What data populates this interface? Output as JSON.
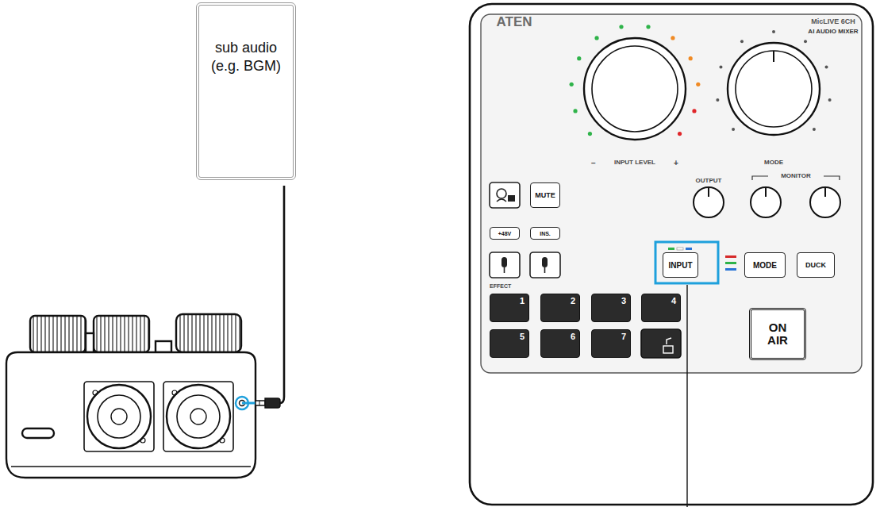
{
  "diagram": {
    "nodes": [
      {
        "text": [
          "sub audio (e.g. BGM)"
        ]
      },
      {
        "text": [
          "MUTE"
        ]
      },
      {
        "text": [
          "+48V"
        ]
      },
      {
        "text": [
          "INS."
        ]
      },
      {
        "text": [
          "INPUT"
        ]
      },
      {
        "text": [
          "MODE"
        ]
      },
      {
        "text": [
          "DUCK"
        ]
      },
      {
        "text": [
          "1"
        ]
      },
      {
        "text": [
          "2"
        ]
      },
      {
        "text": [
          "3"
        ]
      },
      {
        "text": [
          "4"
        ]
      },
      {
        "text": [
          "5"
        ]
      },
      {
        "text": [
          "6"
        ]
      },
      {
        "text": [
          "7"
        ]
      },
      {
        "text": [
          "ON AIR"
        ]
      }
    ],
    "labels": [
      "ATEN",
      "MicLIVE 6CH",
      "AI AUDIO MIXER",
      "INPUT LEVEL",
      "−",
      "+",
      "MODE",
      "OUTPUT",
      "MONITOR",
      "EFFECT"
    ]
  }
}
